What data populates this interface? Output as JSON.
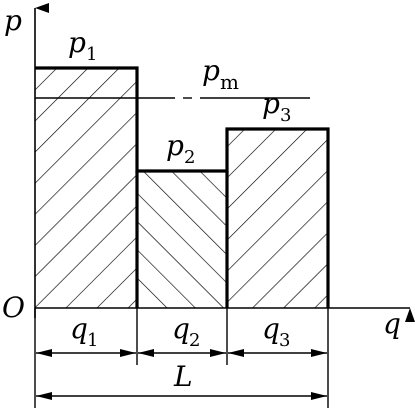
{
  "axes": {
    "y_label": "p",
    "x_label": "q",
    "origin_label": "O"
  },
  "blocks": [
    {
      "id": "block-1",
      "label_main": "p",
      "label_sub": "1",
      "width_main": "q",
      "width_sub": "1",
      "hatch": "ascending"
    },
    {
      "id": "block-2",
      "label_main": "p",
      "label_sub": "2",
      "width_main": "q",
      "width_sub": "2",
      "hatch": "descending"
    },
    {
      "id": "block-3",
      "label_main": "p",
      "label_sub": "3",
      "width_main": "q",
      "width_sub": "3",
      "hatch": "ascending"
    }
  ],
  "mean_line": {
    "label_main": "p",
    "label_sub": "m"
  },
  "total_length": {
    "label": "L"
  }
}
